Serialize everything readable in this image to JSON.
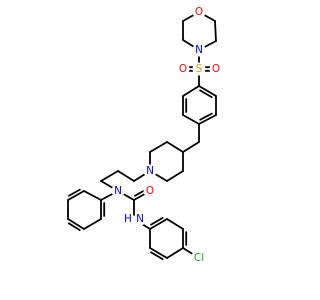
{
  "colors": {
    "bond": "#000000",
    "N": "#0000ff",
    "O": "#ff0000",
    "S": "#ccaa00",
    "Cl": "#1ea51e"
  },
  "atom_labels": {
    "o_morph": "O",
    "n_morph": "N",
    "s_sulfonyl": "S",
    "o_sulfonyl_left": "O",
    "o_sulfonyl_right": "O",
    "n_pip": "N",
    "n_urea": "N",
    "o_carbonyl": "O",
    "n_h": "N",
    "h_nh": "H",
    "cl": "Cl"
  }
}
